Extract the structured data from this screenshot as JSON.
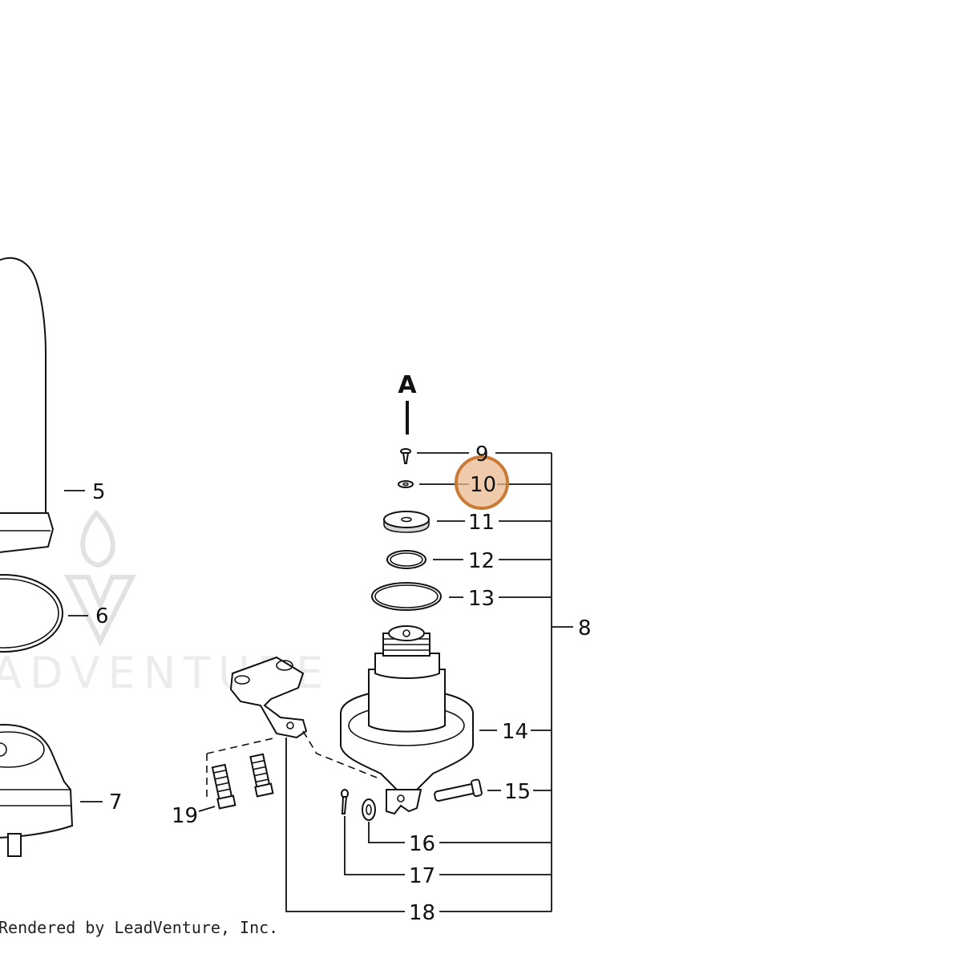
{
  "diagram": {
    "view_marker": "A",
    "callouts": [
      {
        "id": "5",
        "label": "5"
      },
      {
        "id": "6",
        "label": "6"
      },
      {
        "id": "7",
        "label": "7"
      },
      {
        "id": "8",
        "label": "8"
      },
      {
        "id": "9",
        "label": "9"
      },
      {
        "id": "10",
        "label": "10",
        "highlighted": true
      },
      {
        "id": "11",
        "label": "11"
      },
      {
        "id": "12",
        "label": "12"
      },
      {
        "id": "13",
        "label": "13"
      },
      {
        "id": "14",
        "label": "14"
      },
      {
        "id": "15",
        "label": "15"
      },
      {
        "id": "16",
        "label": "16"
      },
      {
        "id": "17",
        "label": "17"
      },
      {
        "id": "18",
        "label": "18"
      },
      {
        "id": "19",
        "label": "19"
      }
    ],
    "highlight_color": "#e9b98f",
    "highlight_stroke": "#c97a35"
  },
  "watermark": {
    "text": "ADVENTURE"
  },
  "footer": {
    "credit": "Rendered by LeadVenture, Inc."
  }
}
